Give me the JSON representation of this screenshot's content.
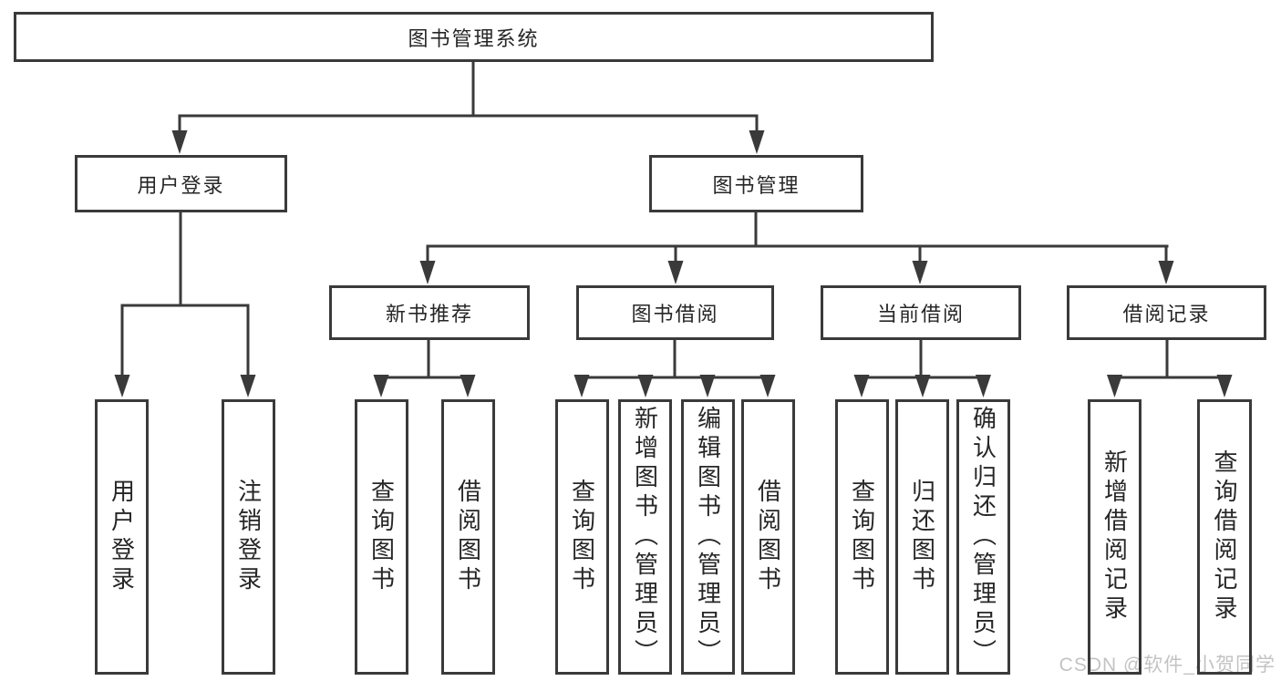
{
  "colors": {
    "background": "#ffffff",
    "line": "#3a3a3a",
    "text": "#262626",
    "watermark": "#c3c3c3"
  },
  "tree": {
    "root": {
      "label": "图书管理系统"
    },
    "level2": [
      {
        "label": "用户登录",
        "children": [
          "用户登录",
          "注销登录"
        ]
      },
      {
        "label": "图书管理"
      }
    ],
    "modules": [
      {
        "label": "新书推荐",
        "children": [
          "查询图书",
          "借阅图书"
        ]
      },
      {
        "label": "图书借阅",
        "children": [
          "查询图书",
          "新增图书（管理员）",
          "编辑图书（管理员）",
          "借阅图书"
        ]
      },
      {
        "label": "当前借阅",
        "children": [
          "查询图书",
          "归还图书",
          "确认归还（管理员）"
        ]
      },
      {
        "label": "借阅记录",
        "children": [
          "新增借阅记录",
          "查询借阅记录"
        ]
      }
    ]
  },
  "watermark": {
    "text": "CSDN @软件_小贺同学"
  }
}
